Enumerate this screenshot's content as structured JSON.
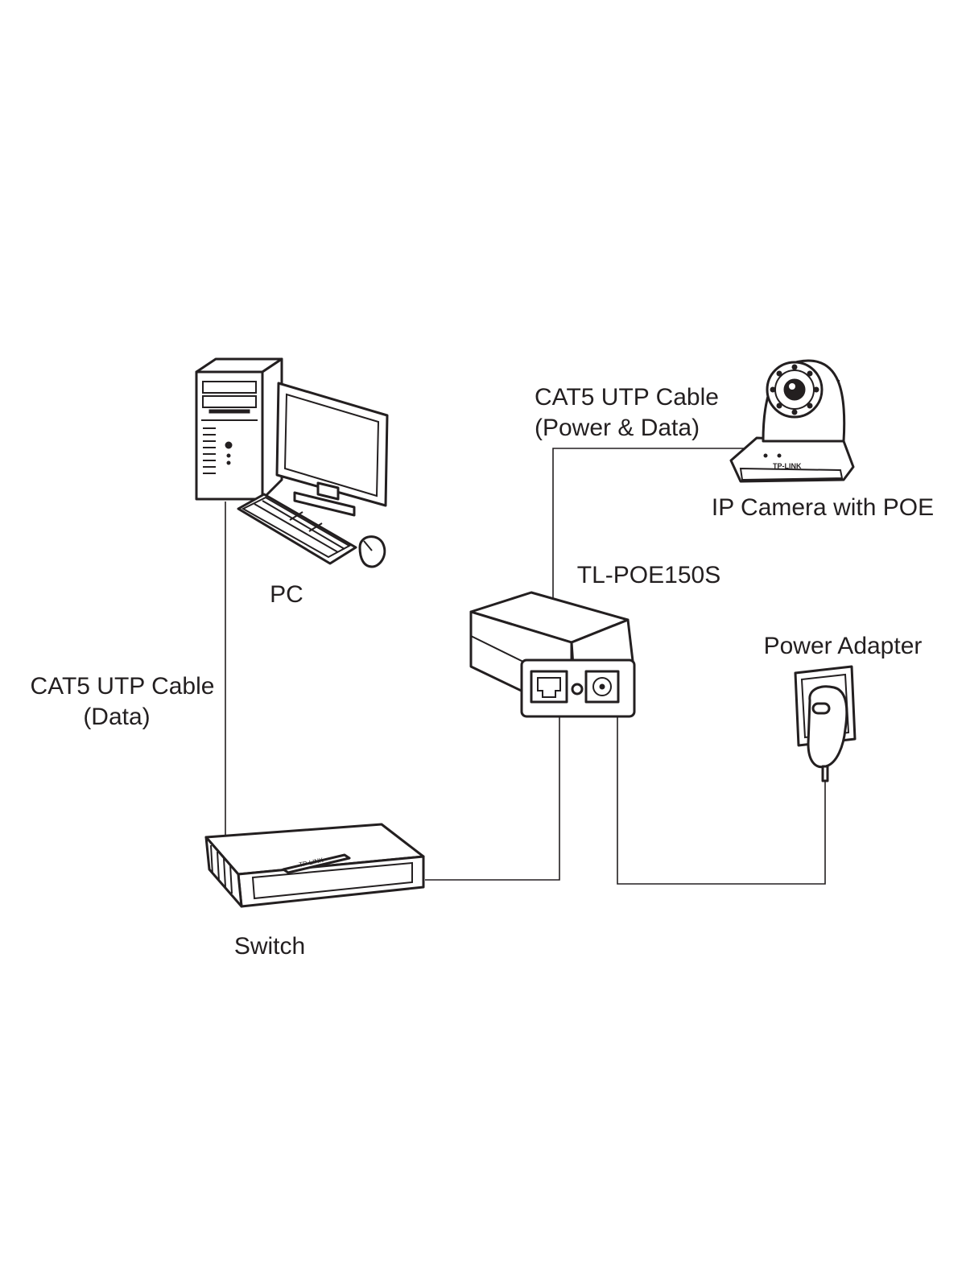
{
  "labels": {
    "pc": "PC",
    "switch": "Switch",
    "poe_device": "TL-POE150S",
    "camera": "IP Camera with POE",
    "power_adapter": "Power Adapter",
    "cable_data_line1": "CAT5 UTP Cable",
    "cable_data_line2": "(Data)",
    "cable_power_line1": "CAT5 UTP Cable",
    "cable_power_line2": "(Power & Data)"
  },
  "brand_marks": {
    "switch_logo": "TP-LINK",
    "camera_logo": "TP-LINK"
  },
  "connections": [
    {
      "from": "pc",
      "to": "switch",
      "cable": "CAT5 UTP Cable (Data)"
    },
    {
      "from": "switch",
      "to": "poe_device",
      "cable": ""
    },
    {
      "from": "poe_device",
      "to": "camera",
      "cable": "CAT5 UTP Cable (Power & Data)"
    },
    {
      "from": "power_adapter",
      "to": "poe_device",
      "cable": ""
    }
  ],
  "colors": {
    "ink": "#231f20",
    "background": "#ffffff"
  }
}
